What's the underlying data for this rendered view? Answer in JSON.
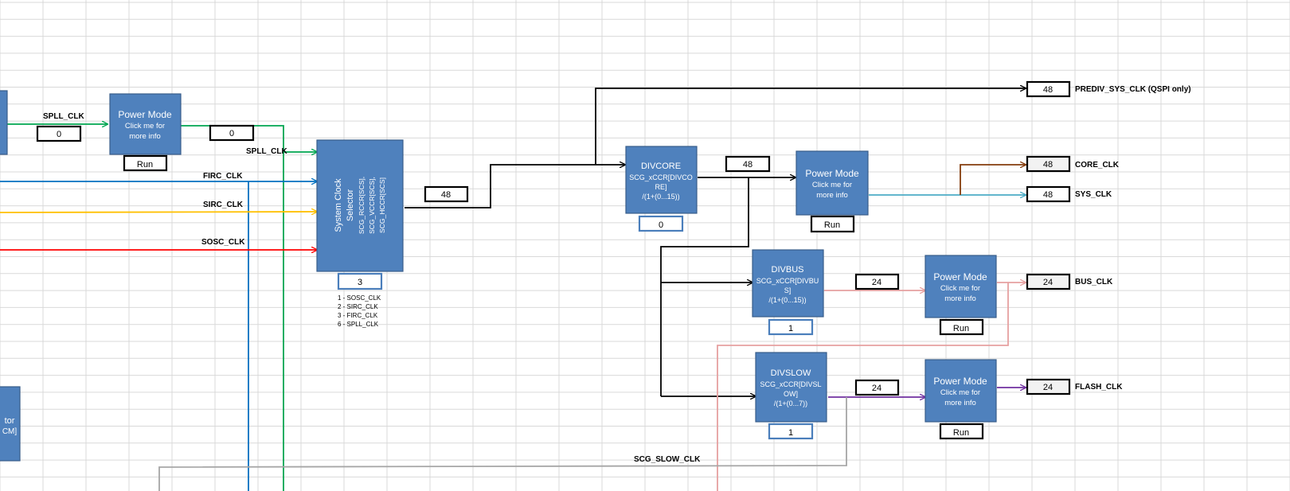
{
  "colors": {
    "spll": "#00a651",
    "firc": "#0070c0",
    "sirc": "#ffc000",
    "sosc": "#ff0000",
    "sys": "#4bacc6",
    "core": "#843c0c",
    "bus": "#e6a0a0",
    "flash": "#7030a0",
    "slow": "#a6a6a6",
    "block": "#4f81bd"
  },
  "signals": {
    "spll_clk_top": "SPLL_CLK",
    "spll_clk": "SPLL_CLK",
    "firc_clk": "FIRC_CLK",
    "sirc_clk": "SIRC_CLK",
    "sosc_clk": "SOSC_CLK",
    "scg_slow_clk": "SCG_SLOW_CLK",
    "prediv_sys_clk": "PREDIV_SYS_CLK (QSPI only)",
    "core_clk": "CORE_CLK",
    "sys_clk": "SYS_CLK",
    "bus_clk": "BUS_CLK",
    "flash_clk": "FLASH_CLK"
  },
  "power_mode": {
    "title": "Power Mode",
    "line1": "Click me for",
    "line2": "more info",
    "mode": "Run"
  },
  "selector": {
    "title1": "System Clock",
    "title2": "Selector",
    "reg1": "SCG_RCCR[SCS],",
    "reg2": "SCG_VCCR[SCS],",
    "reg3": "SCG_HCCR[SCS]",
    "value": "3",
    "legend": [
      "1 - SOSC_CLK",
      "2 - SIRC_CLK",
      "3 - FIRC_CLK",
      "6 - SPLL_CLK"
    ]
  },
  "divcore": {
    "title": "DIVCORE",
    "l1": "SCG_xCCR[DIVCO",
    "l2": "RE]",
    "l3": "/(1+(0...15))",
    "value": "0"
  },
  "divbus": {
    "title": "DIVBUS",
    "l1": "SCG_xCCR[DIVBU",
    "l2": "S]",
    "l3": "/(1+(0...15))",
    "value": "1"
  },
  "divslow": {
    "title": "DIVSLOW",
    "l1": "SCG_xCCR[DIVSL",
    "l2": "OW]",
    "l3": "/(1+(0...7))",
    "value": "1"
  },
  "values": {
    "spll_in": "0",
    "spll_out": "0",
    "selector_out": "48",
    "core_div_out": "48",
    "bus_div_out": "24",
    "slow_div_out": "24",
    "prediv": "48",
    "core": "48",
    "sys": "48",
    "bus": "24",
    "flash": "24"
  },
  "left_block": {
    "l1": "tor",
    "l2": "CM]"
  }
}
